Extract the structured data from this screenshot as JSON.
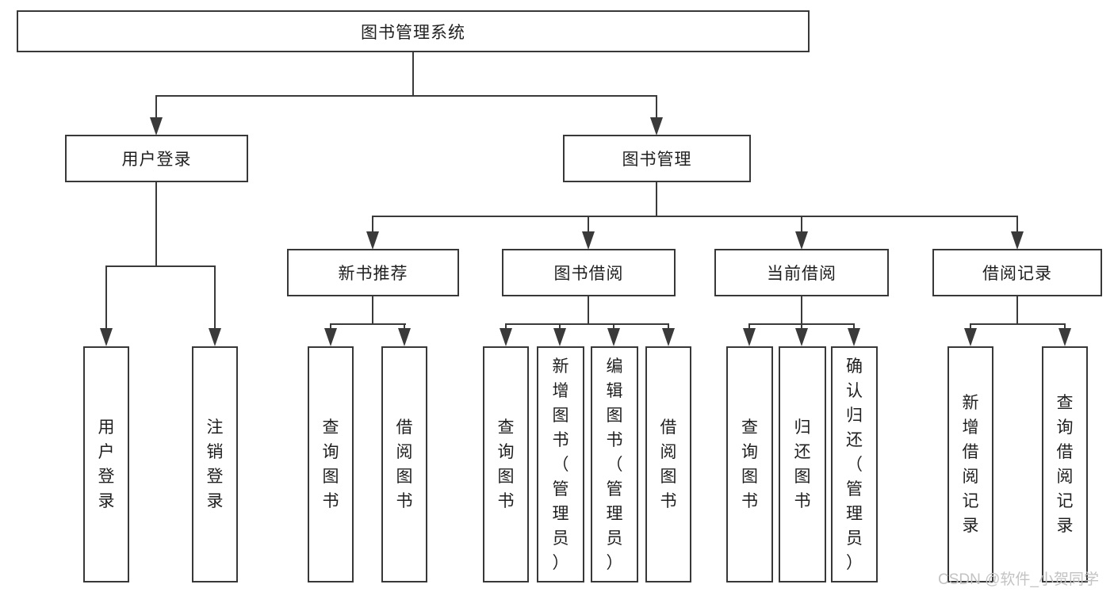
{
  "diagram": {
    "root": {
      "label": "图书管理系统"
    },
    "branches": [
      {
        "label": "用户登录",
        "children": [
          {
            "label": "用户登录"
          },
          {
            "label": "注销登录"
          }
        ]
      },
      {
        "label": "图书管理",
        "children": [
          {
            "label": "新书推荐",
            "children": [
              {
                "label": "查询图书"
              },
              {
                "label": "借阅图书"
              }
            ]
          },
          {
            "label": "图书借阅",
            "children": [
              {
                "label": "查询图书"
              },
              {
                "label": "新增图书（管理员）"
              },
              {
                "label": "编辑图书（管理员）"
              },
              {
                "label": "借阅图书"
              }
            ]
          },
          {
            "label": "当前借阅",
            "children": [
              {
                "label": "查询图书"
              },
              {
                "label": "归还图书"
              },
              {
                "label": "确认归还（管理员）"
              }
            ]
          },
          {
            "label": "借阅记录",
            "children": [
              {
                "label": "新增借阅记录"
              },
              {
                "label": "查询借阅记录"
              }
            ]
          }
        ]
      }
    ]
  },
  "watermark": {
    "text": "CSDN @软件_小贺同学"
  },
  "colors": {
    "line": "#3a3a3a",
    "box_border": "#383838",
    "text": "#1f1f1f",
    "watermark": "#c3c3c3",
    "background": "#ffffff"
  }
}
